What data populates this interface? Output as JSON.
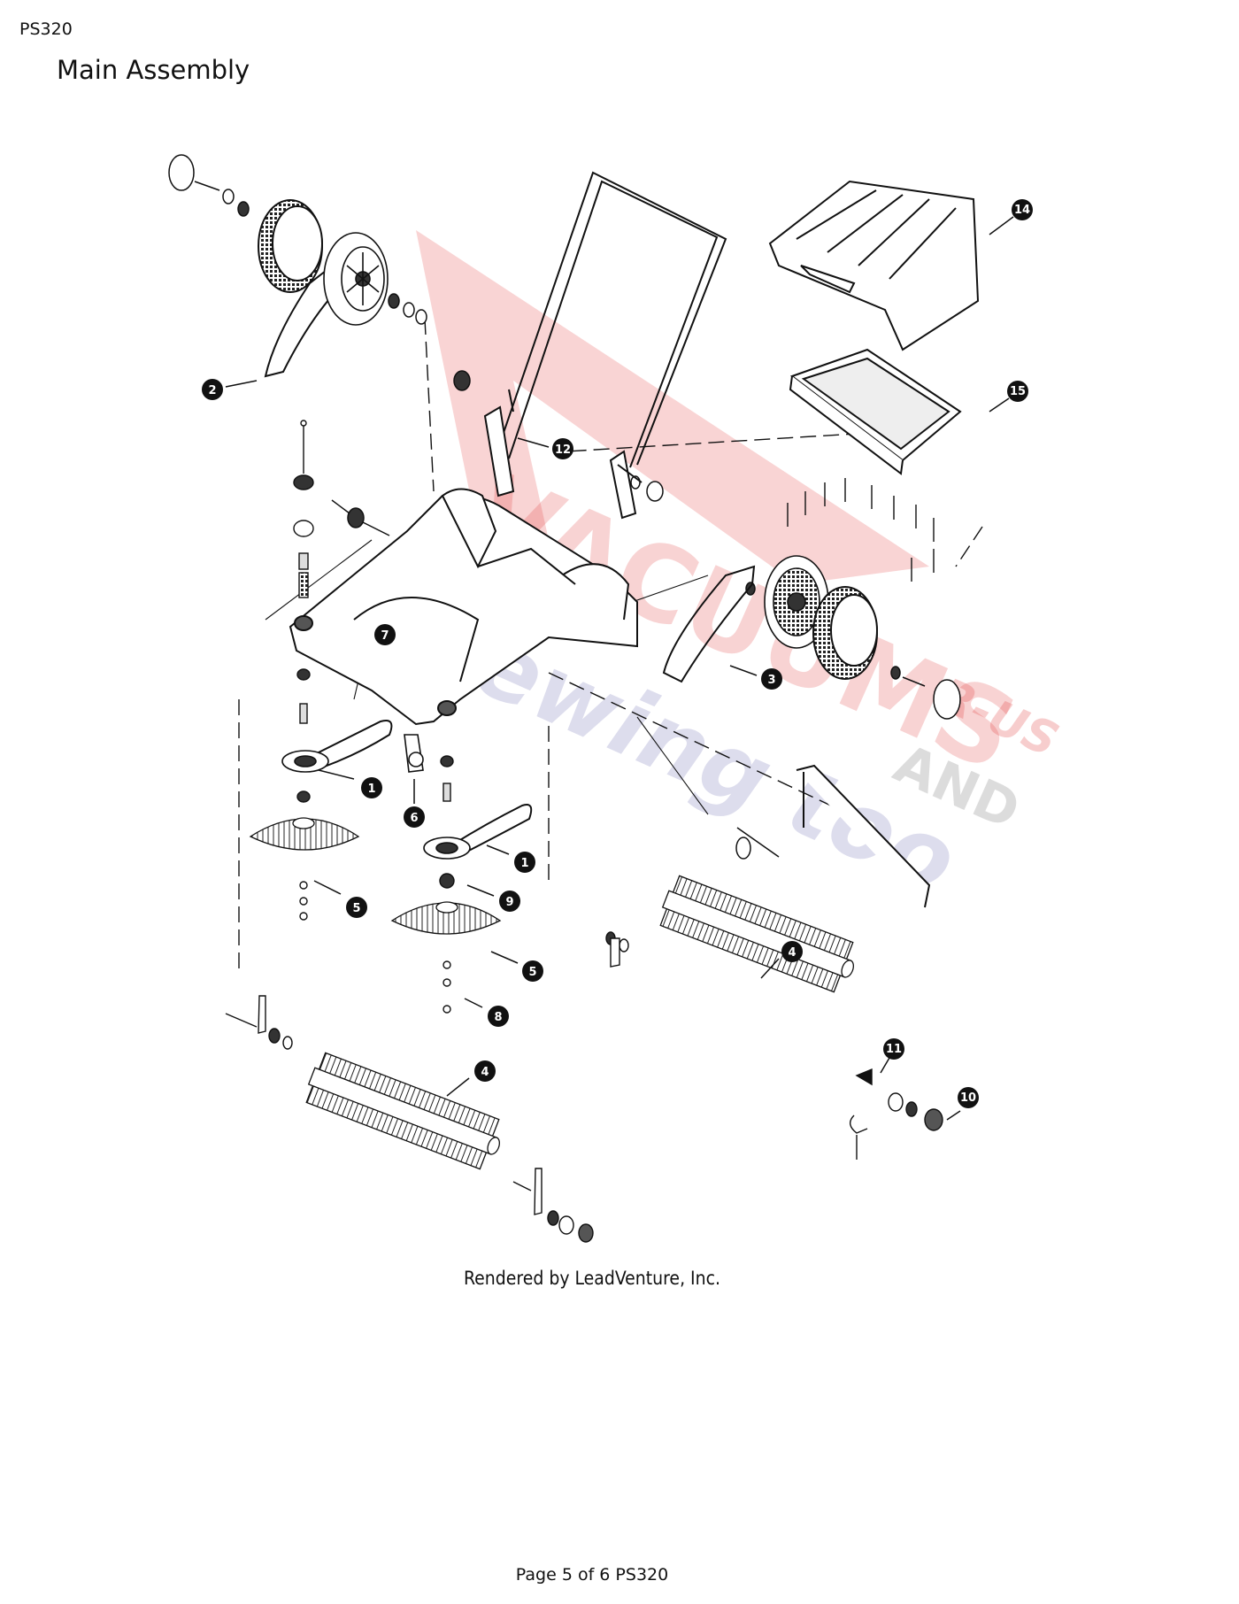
{
  "header": {
    "doc_code": "PS320",
    "title": "Main Assembly"
  },
  "watermark": {
    "line1": "VACUUMS",
    "line2": "Sewing too",
    "tag1": "R-US",
    "tag2": "AND",
    "color_red": "#e23b3b",
    "color_blue": "#5a5aa8"
  },
  "callouts": [
    "1",
    "1",
    "2",
    "3",
    "4",
    "4",
    "5",
    "5",
    "6",
    "7",
    "8",
    "9",
    "10",
    "11",
    "12",
    "14",
    "15"
  ],
  "credit": "Rendered by LeadVenture, Inc.",
  "footer": {
    "page_text": "Page 5 of 6 PS320"
  }
}
